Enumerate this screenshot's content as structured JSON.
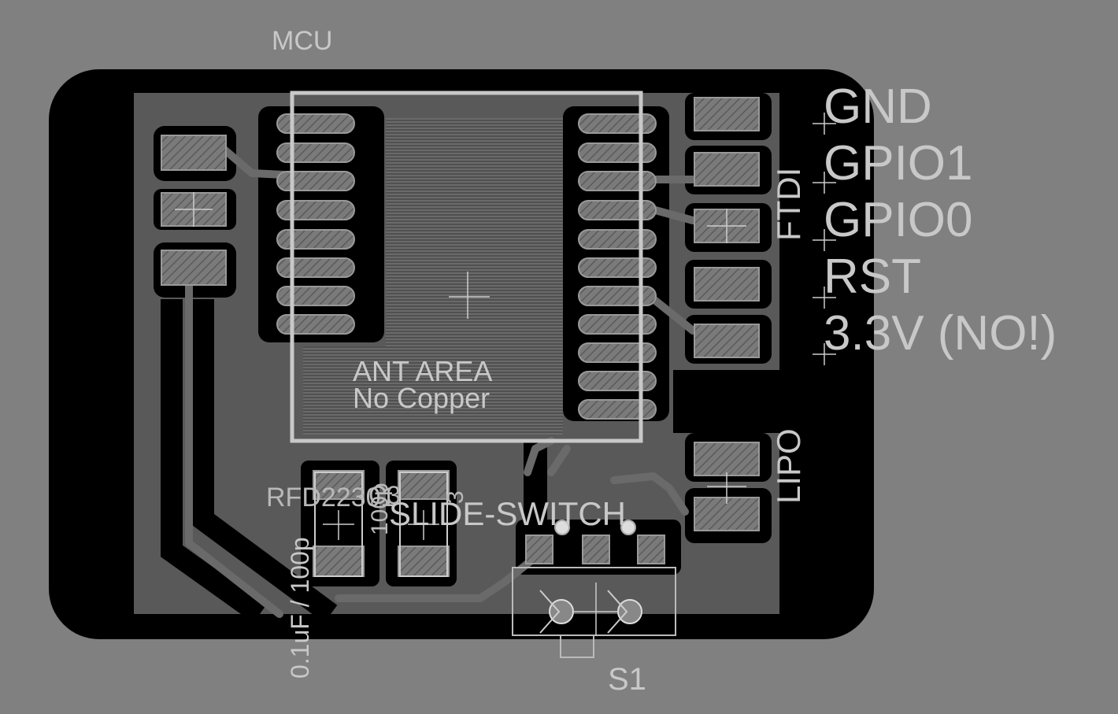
{
  "labels": {
    "mcu": "MCU",
    "ant_area": "ANT AREA",
    "no_copper": "No Copper",
    "ftdi": "FTDI",
    "lipo": "LIPO",
    "slide_switch": "SLIDE-SWITCH",
    "s1": "S1",
    "cap_value": "0.1uF / 100p",
    "overlap_a": "RFD22301",
    "overlap_b": "100p",
    "overlap_c": "C3",
    "overlap_d": "3"
  },
  "pins": [
    "GND",
    "GPIO1",
    "GPIO0",
    "RST",
    "3.3V (NO!)"
  ],
  "colors": {
    "background": "#808080",
    "board": "#000000",
    "copper_fill": "#595959",
    "pad_fill": "#7a7a7a",
    "silkscreen": "#c8c8c8"
  }
}
